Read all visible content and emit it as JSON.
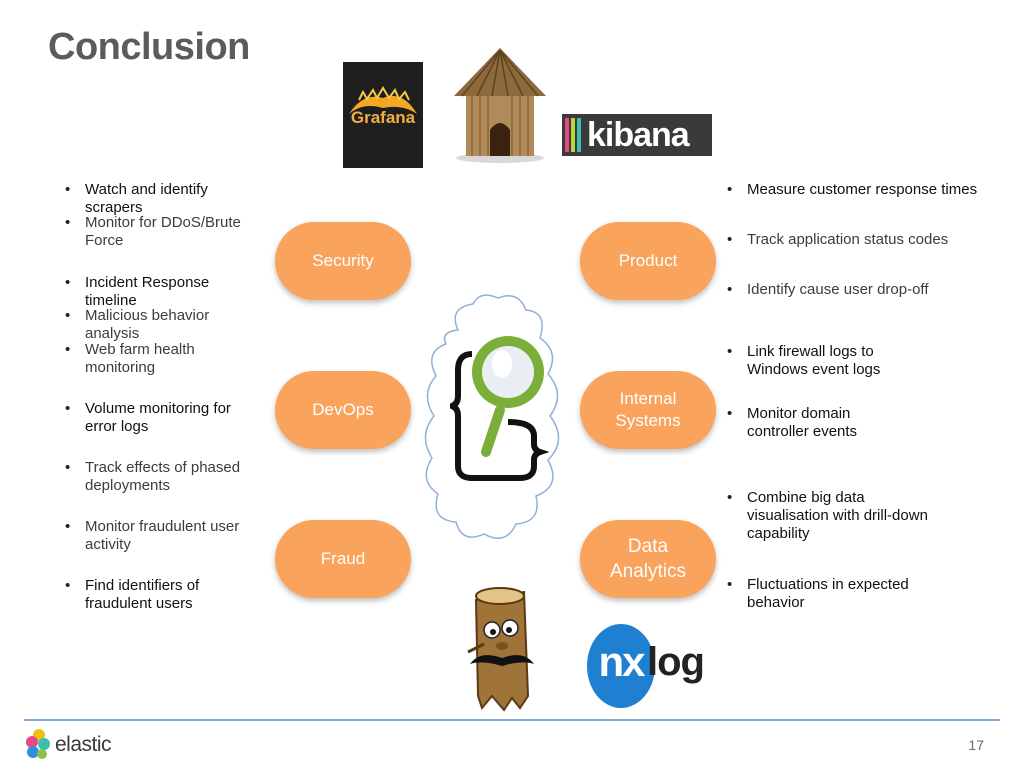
{
  "title": "Conclusion",
  "categories": {
    "security": "Security",
    "product": "Product",
    "devops": "DevOps",
    "internal_systems_line1": "Internal",
    "internal_systems_line2": "Systems",
    "fraud": "Fraud",
    "data_analytics_line1": "Data",
    "data_analytics_line2": "Analytics"
  },
  "left_bullets": [
    "Watch and identify scrapers",
    "Monitor for DDoS/Brute Force",
    "Incident Response timeline",
    "Malicious behavior analysis",
    "Web farm health monitoring",
    "Volume monitoring for error logs",
    "Track effects of phased deployments",
    "Monitor fraudulent user activity",
    "Find identifiers of fraudulent users"
  ],
  "right_bullets": [
    "Measure customer response times",
    "Track application status codes",
    "Identify cause user drop-off",
    "Link firewall logs to Windows event logs",
    "Monitor domain controller events",
    "Combine big data visualisation with drill-down capability",
    "Fluctuations in expected behavior"
  ],
  "logos": {
    "grafana": "Grafana",
    "kibana": "kibana",
    "nxlog_nx": "nx",
    "nxlog_log": "log",
    "elastic": "elastic"
  },
  "page_number": "17",
  "colors": {
    "pill": "#f9a35c",
    "footer_line": "#7fa8d8",
    "title": "#5b5b5b"
  },
  "icons": [
    "grafana-logo",
    "hut-icon",
    "kibana-logo",
    "cloud-icon",
    "magnifier-icon",
    "log-mascot-icon",
    "nxlog-logo",
    "elastic-logo"
  ]
}
